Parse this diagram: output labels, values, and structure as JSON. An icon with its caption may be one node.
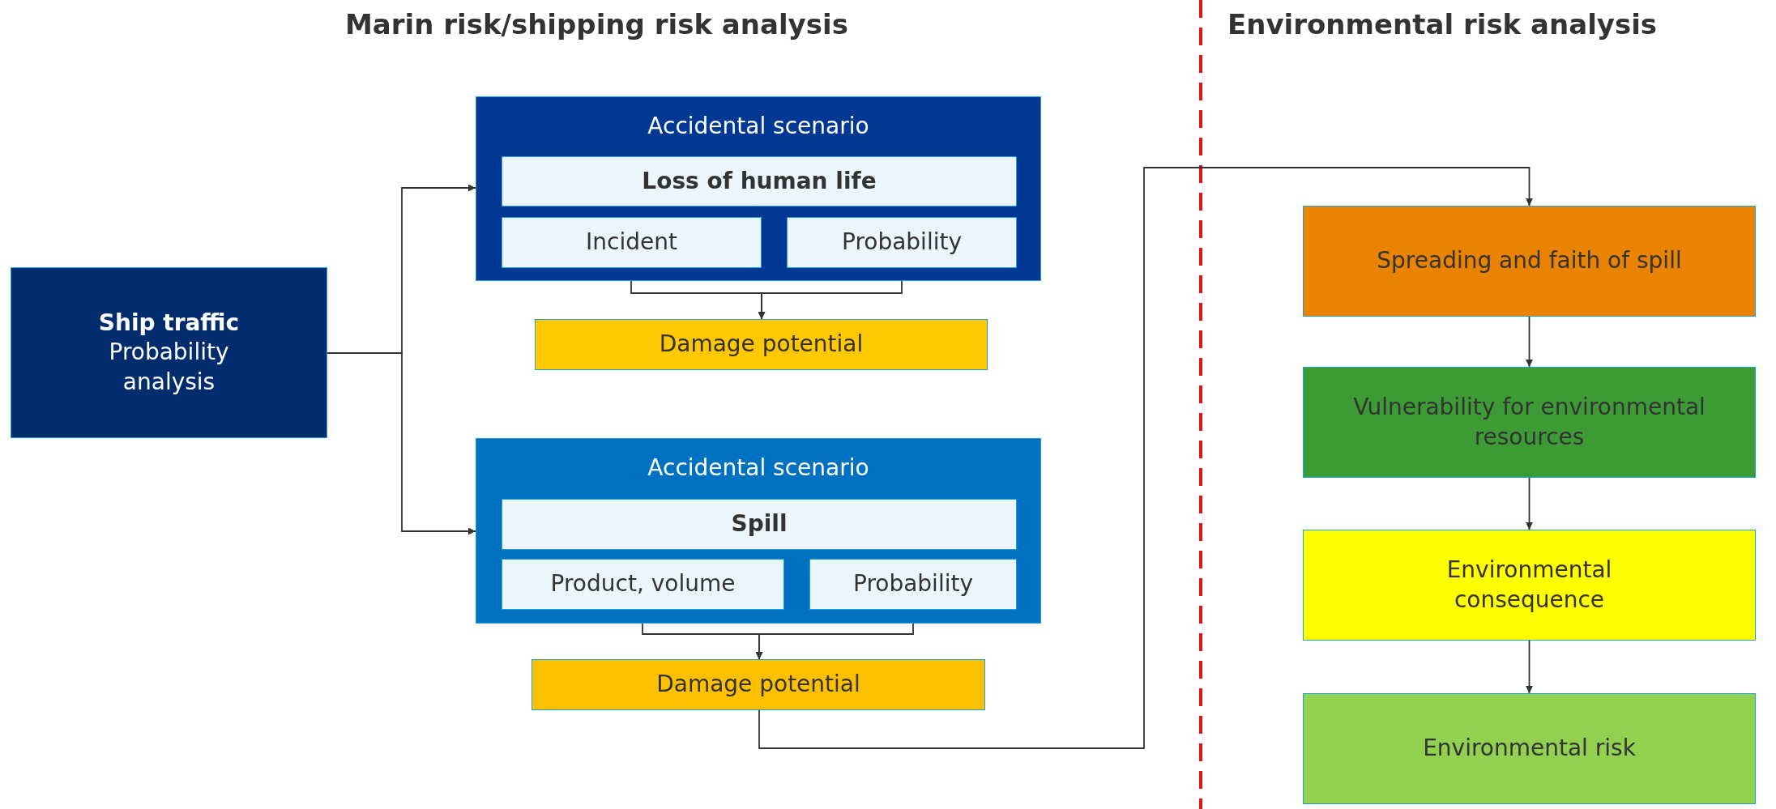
{
  "diagram": {
    "title": "Marin risk/shipping risk analysis",
    "nodes": [
      {
        "text": [
          "Ship traffic",
          "Probability analysis"
        ]
      },
      {
        "text": [
          "Accidental scenario"
        ]
      },
      {
        "text": [
          "Loss of human life"
        ],
        "in": 1
      },
      {
        "text": [
          "Incident"
        ],
        "in": 1
      },
      {
        "text": [
          "Probability"
        ],
        "in": 1
      },
      {
        "text": [
          "Damage potential"
        ]
      },
      {
        "text": [
          "Accidental scenario"
        ]
      },
      {
        "text": [
          "Spill"
        ],
        "in": 6
      },
      {
        "text": [
          "Product, volume"
        ],
        "in": 6
      },
      {
        "text": [
          "Probability"
        ],
        "in": 6
      },
      {
        "text": [
          "Damage potential"
        ]
      },
      {
        "text": [
          "Spreading and faith of spill"
        ]
      },
      {
        "text": [
          "Vulnerability for environmental resources"
        ]
      },
      {
        "text": [
          "Environmental consequence"
        ]
      },
      {
        "text": [
          "Environmental risk"
        ]
      }
    ],
    "edges": [
      {
        "from": 0,
        "to": 1,
        "arrow": "to"
      },
      {
        "from": 0,
        "to": 6,
        "arrow": "to"
      },
      {
        "from": 3,
        "to": 5,
        "arrow": "to"
      },
      {
        "from": 4,
        "to": 5,
        "arrow": "to"
      },
      {
        "from": 8,
        "to": 10,
        "arrow": "to"
      },
      {
        "from": 9,
        "to": 10,
        "arrow": "to"
      },
      {
        "from": 10,
        "to": 11,
        "arrow": "to"
      },
      {
        "from": 11,
        "to": 12,
        "arrow": "to"
      },
      {
        "from": 12,
        "to": 13,
        "arrow": "to"
      },
      {
        "from": 13,
        "to": 14,
        "arrow": "to"
      }
    ],
    "labels": [
      "Environmental risk analysis"
    ]
  }
}
